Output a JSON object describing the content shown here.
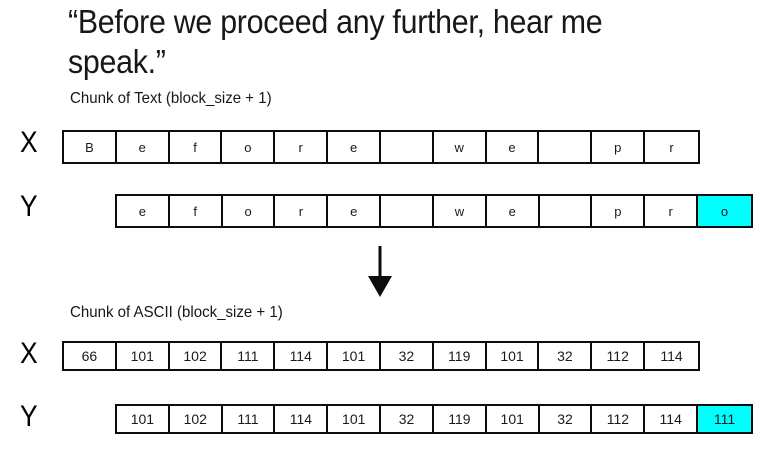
{
  "heading": {
    "quote": "“Before we proceed any further, hear me speak.”"
  },
  "captions": {
    "text_chunk": "Chunk of Text (block_size + 1)",
    "ascii_chunk": "Chunk of ASCII (block_size + 1)"
  },
  "labels": {
    "x": "X",
    "y": "Y"
  },
  "colors": {
    "highlight": "#00ffff",
    "border": "#0d0d0d",
    "text": "#171717",
    "background": "#ffffff"
  },
  "icons": {
    "flow_arrow": "arrow-down-icon"
  },
  "chart_data": {
    "type": "table",
    "title": "Chunk of Text / Chunk of ASCII (block_size + 1)",
    "rows": [
      {
        "name": "x_text",
        "label": "X",
        "caption": "Chunk of Text (block_size + 1)",
        "values": [
          "B",
          "e",
          "f",
          "o",
          "r",
          "e",
          " ",
          "w",
          "e",
          " ",
          "p",
          "r"
        ],
        "highlight_index": -1
      },
      {
        "name": "y_text",
        "label": "Y",
        "caption": "Chunk of Text (block_size + 1)",
        "values": [
          "e",
          "f",
          "o",
          "r",
          "e",
          " ",
          "w",
          "e",
          " ",
          "p",
          "r",
          "o"
        ],
        "highlight_index": 11
      },
      {
        "name": "x_ascii",
        "label": "X",
        "caption": "Chunk of ASCII (block_size + 1)",
        "values": [
          "66",
          "101",
          "102",
          "111",
          "114",
          "101",
          "32",
          "119",
          "101",
          "32",
          "112",
          "114"
        ],
        "highlight_index": -1
      },
      {
        "name": "y_ascii",
        "label": "Y",
        "caption": "Chunk of ASCII (block_size + 1)",
        "values": [
          "101",
          "102",
          "111",
          "114",
          "101",
          "32",
          "119",
          "101",
          "32",
          "112",
          "114",
          "111"
        ],
        "highlight_index": 11
      }
    ]
  }
}
